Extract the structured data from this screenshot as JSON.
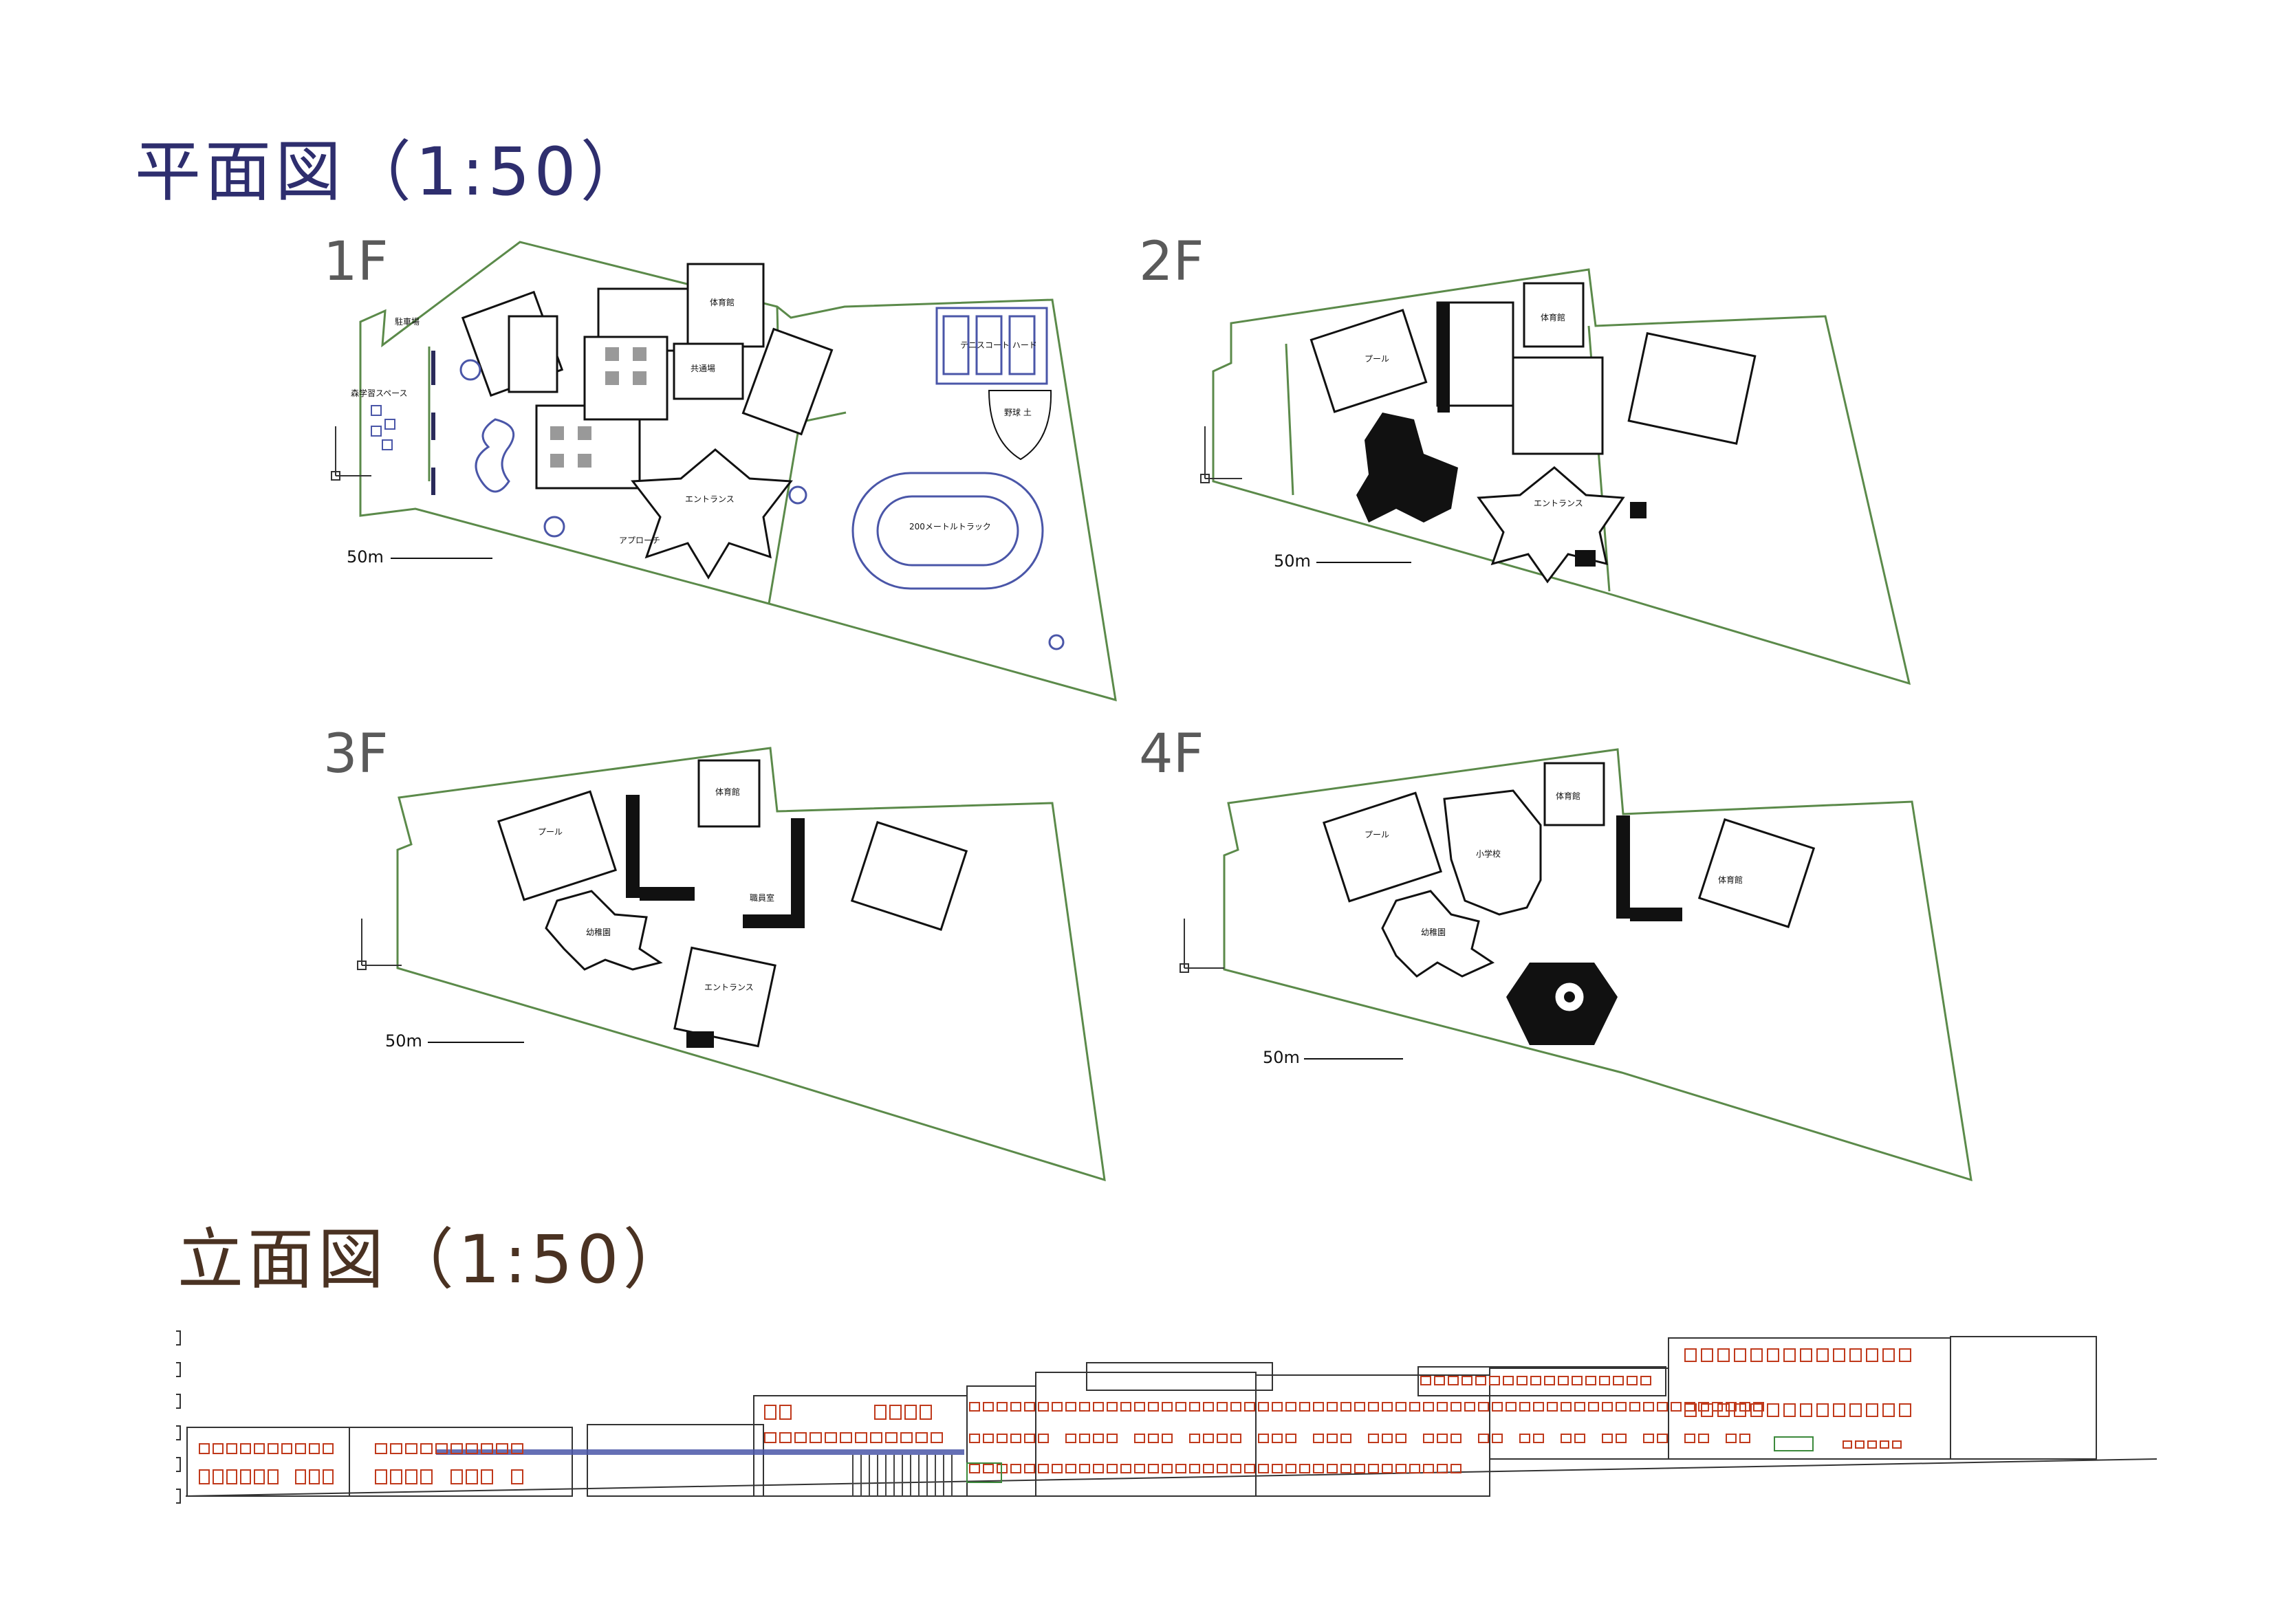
{
  "headings": {
    "plan": "平面図（1:50）",
    "elevation": "立面図（1:50）"
  },
  "colors": {
    "plan_heading": "#2e2e6e",
    "elevation_heading": "#4a3222",
    "site_boundary": "#5b8a4a",
    "elevation_window": "#c0391b",
    "elevation_line": "#333333",
    "elevation_blue": "#4a56a8"
  },
  "floors": [
    {
      "label": "1F",
      "scale": "50m",
      "rooms": {
        "gym": "体育館",
        "parking": "駐車場",
        "study_space": "森学習スペース",
        "tennis_court": "テニスコート\nハード",
        "baseball": "野球\n土",
        "track": "200メートルトラック",
        "entrance": "エントランス",
        "approach": "アプローチ",
        "gathering": "共通場"
      }
    },
    {
      "label": "2F",
      "scale": "50m",
      "rooms": {
        "gym": "体育館",
        "pool": "プール",
        "entrance": "エントランス"
      }
    },
    {
      "label": "3F",
      "scale": "50m",
      "rooms": {
        "gym": "体育館",
        "pool": "プール",
        "kindergarten": "幼稚園",
        "entrance": "エントランス",
        "small": "職員室"
      }
    },
    {
      "label": "4F",
      "scale": "50m",
      "rooms": {
        "gym": "体育館",
        "gym2": "体育館",
        "pool": "プール",
        "kindergarten": "幼稚園",
        "elementary": "小学校"
      }
    }
  ]
}
